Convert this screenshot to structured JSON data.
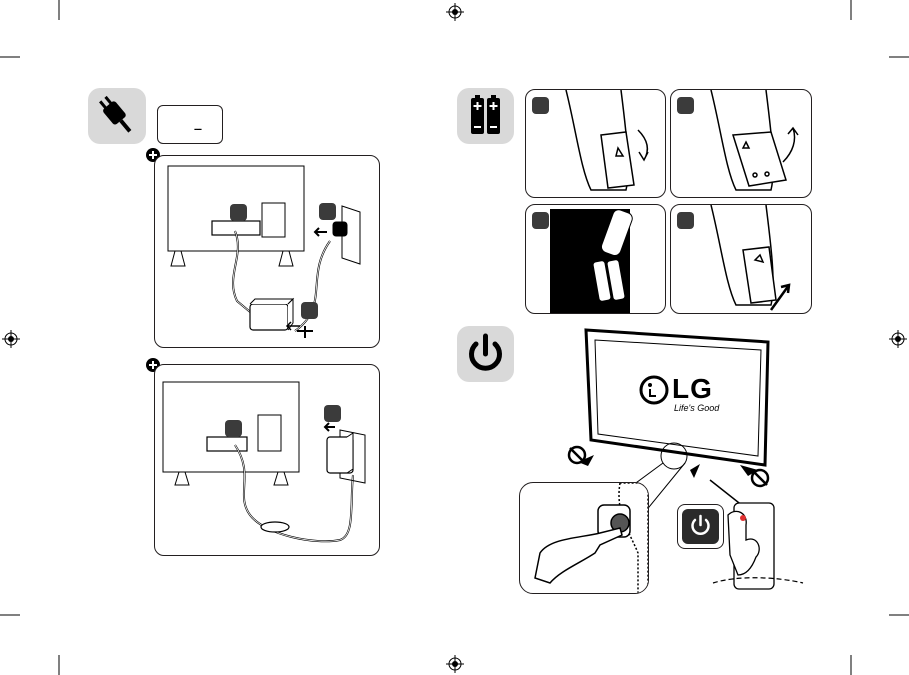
{
  "brand": {
    "logo_text": "LG",
    "tagline": "Life's Good",
    "logo_circle_text": "L"
  },
  "power_rating": {
    "symbol": "---"
  },
  "icons": {
    "power_plug": "plug-icon",
    "batteries": "batteries-icon",
    "power_button": "power-icon",
    "registration_mark": "crosshair-registration-icon"
  },
  "colors": {
    "tile_gray": "#d9d9d9",
    "step_badge": "#3b3b3b",
    "remote_led": "#e03030"
  }
}
